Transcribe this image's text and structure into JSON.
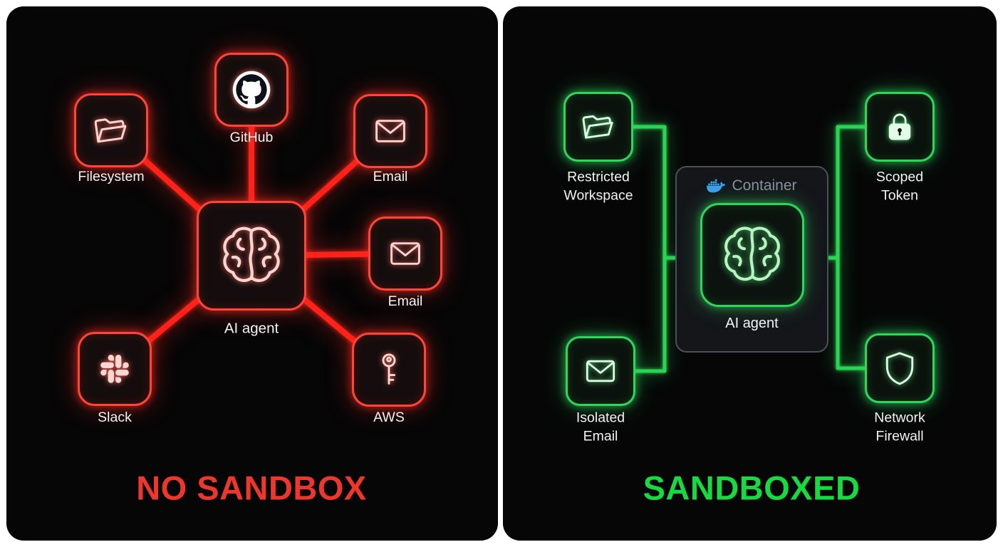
{
  "left_panel": {
    "title": "NO SANDBOX",
    "accent_color": "#ee372c",
    "center": {
      "label": "AI agent",
      "icon": "brain-icon"
    },
    "nodes": [
      {
        "label": "Filesystem",
        "icon": "folder-icon"
      },
      {
        "label": "GitHub",
        "icon": "github-icon"
      },
      {
        "label": "Email",
        "icon": "email-icon"
      },
      {
        "label": "Email",
        "icon": "email-icon"
      },
      {
        "label": "AWS",
        "icon": "key-icon"
      },
      {
        "label": "Slack",
        "icon": "slack-icon"
      }
    ]
  },
  "right_panel": {
    "title": "SANDBOXED",
    "accent_color": "#17da40",
    "container": {
      "label": "Container",
      "icon": "docker-icon"
    },
    "center": {
      "label": "AI agent",
      "icon": "brain-icon"
    },
    "nodes": [
      {
        "label": "Restricted Workspace",
        "icon": "folder-icon"
      },
      {
        "label": "Scoped Token",
        "icon": "lock-icon"
      },
      {
        "label": "Isolated Email",
        "icon": "email-icon"
      },
      {
        "label": "Network Firewall",
        "icon": "shield-icon"
      }
    ]
  },
  "colors": {
    "danger": "#ff2d23",
    "safe": "#2bd75a",
    "docker_blue": "#3d9fe8"
  }
}
